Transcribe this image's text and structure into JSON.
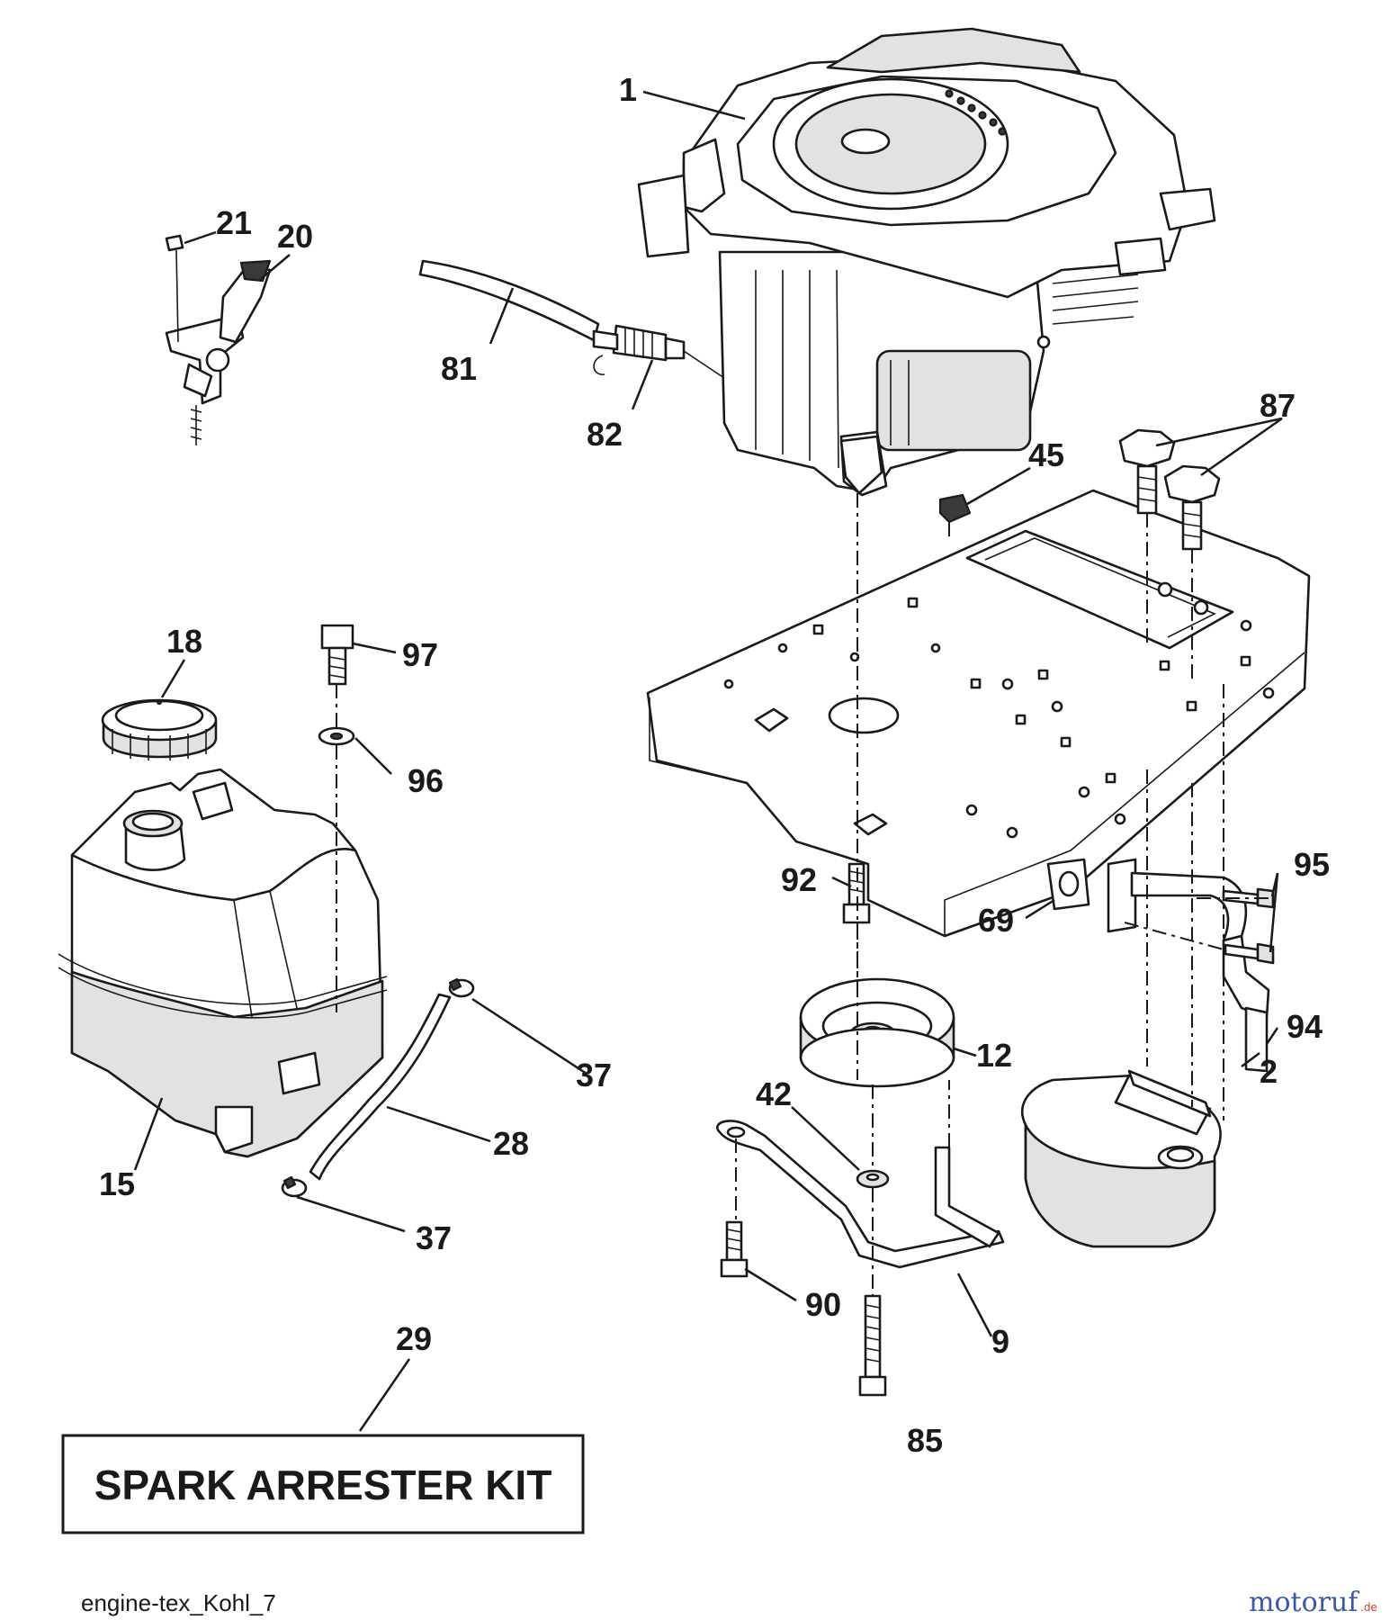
{
  "diagram": {
    "callouts": [
      {
        "id": "engine",
        "label": "1"
      },
      {
        "id": "muffler",
        "label": "2"
      },
      {
        "id": "pulley-bracket",
        "label": "9"
      },
      {
        "id": "pulley",
        "label": "12"
      },
      {
        "id": "fuel-tank",
        "label": "15"
      },
      {
        "id": "fuel-cap",
        "label": "18"
      },
      {
        "id": "throttle-control",
        "label": "20"
      },
      {
        "id": "screw-21",
        "label": "21"
      },
      {
        "id": "fuel-line",
        "label": "28"
      },
      {
        "id": "spark-arrester-kit",
        "label": "29"
      },
      {
        "id": "clamp-37-top",
        "label": "37"
      },
      {
        "id": "clamp-37-bottom",
        "label": "37"
      },
      {
        "id": "washer-42",
        "label": "42"
      },
      {
        "id": "nut-45",
        "label": "45"
      },
      {
        "id": "exhaust-gasket",
        "label": "69"
      },
      {
        "id": "hose-81",
        "label": "81"
      },
      {
        "id": "fitting-82",
        "label": "82"
      },
      {
        "id": "bolt-85",
        "label": "85"
      },
      {
        "id": "bolts-87",
        "label": "87"
      },
      {
        "id": "bolt-90",
        "label": "90"
      },
      {
        "id": "bolt-92",
        "label": "92"
      },
      {
        "id": "exhaust-pipe",
        "label": "94"
      },
      {
        "id": "bolts-95",
        "label": "95"
      },
      {
        "id": "washer-96",
        "label": "96"
      },
      {
        "id": "bolt-97",
        "label": "97"
      }
    ],
    "kit_label": "SPARK ARRESTER KIT",
    "caption": "engine-tex_Kohl_7"
  },
  "watermark": {
    "main": "motoruf",
    "suffix": ".de"
  },
  "colors": {
    "ink": "#1a1a1a",
    "shade": "#e2e2e2",
    "watermark_blue": "#3b57a6",
    "watermark_red": "#d43a2a"
  }
}
